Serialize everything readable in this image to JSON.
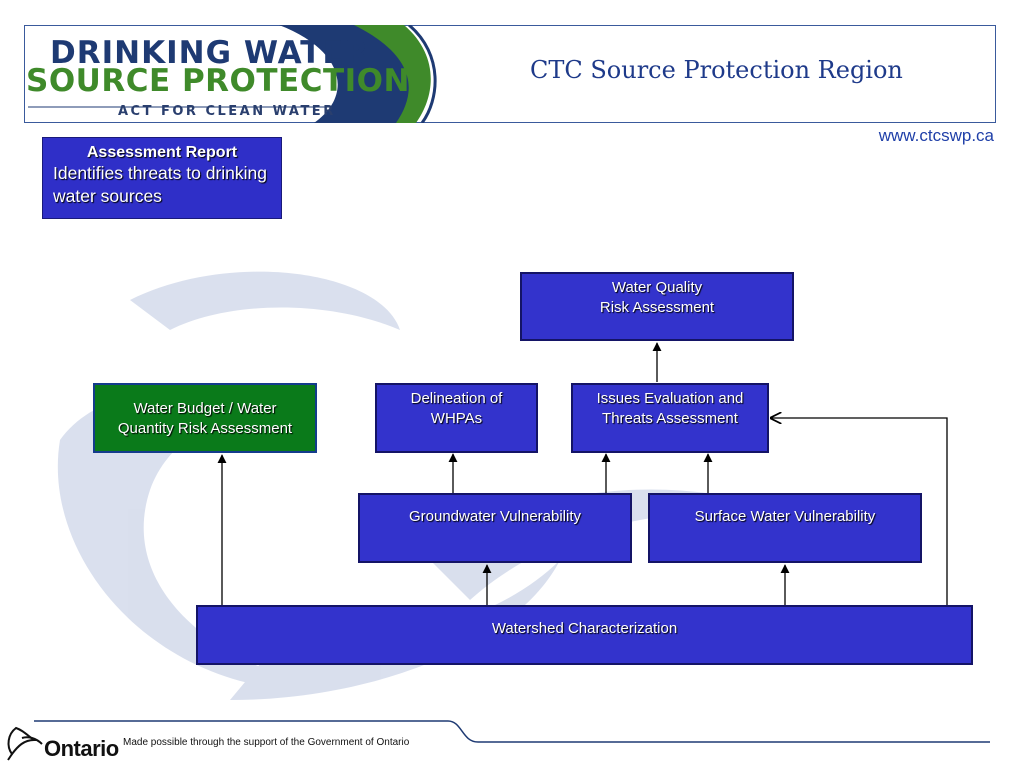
{
  "header": {
    "logo_line1": "DRINKING WATER",
    "logo_line2": "SOURCE PROTECTION",
    "logo_tagline": "ACT FOR CLEAN WATER",
    "region_title": "CTC Source Protection Region",
    "website": "www.ctcswp.ca"
  },
  "report": {
    "title": "Assessment Report",
    "description": "Identifies threats to drinking water sources"
  },
  "diagram": {
    "nodes": {
      "water_quality": {
        "line1": "Water Quality",
        "line2": "Risk Assessment"
      },
      "water_budget": {
        "line1": "Water Budget / Water",
        "line2": "Quantity Risk Assessment"
      },
      "delineation": {
        "line1": "Delineation of",
        "line2": "WHPAs"
      },
      "issues": {
        "line1": "Issues Evaluation and",
        "line2": "Threats Assessment"
      },
      "groundwater": {
        "label": "Groundwater Vulnerability"
      },
      "surface_water": {
        "label": "Surface Water Vulnerability"
      },
      "watershed": {
        "label": "Watershed Characterization"
      }
    },
    "edges": [
      {
        "from": "watershed",
        "to": "water_budget"
      },
      {
        "from": "watershed",
        "to": "groundwater"
      },
      {
        "from": "watershed",
        "to": "surface_water"
      },
      {
        "from": "watershed",
        "to": "issues"
      },
      {
        "from": "groundwater",
        "to": "delineation"
      },
      {
        "from": "groundwater",
        "to": "issues"
      },
      {
        "from": "surface_water",
        "to": "issues"
      },
      {
        "from": "issues",
        "to": "water_quality"
      }
    ],
    "colors": {
      "box_fill": "#3333cc",
      "box_border": "#141466",
      "green_fill": "#0a7a1a"
    }
  },
  "footer": {
    "logo_word": "Ontario",
    "note": "Made possible through the support of the Government of Ontario"
  }
}
